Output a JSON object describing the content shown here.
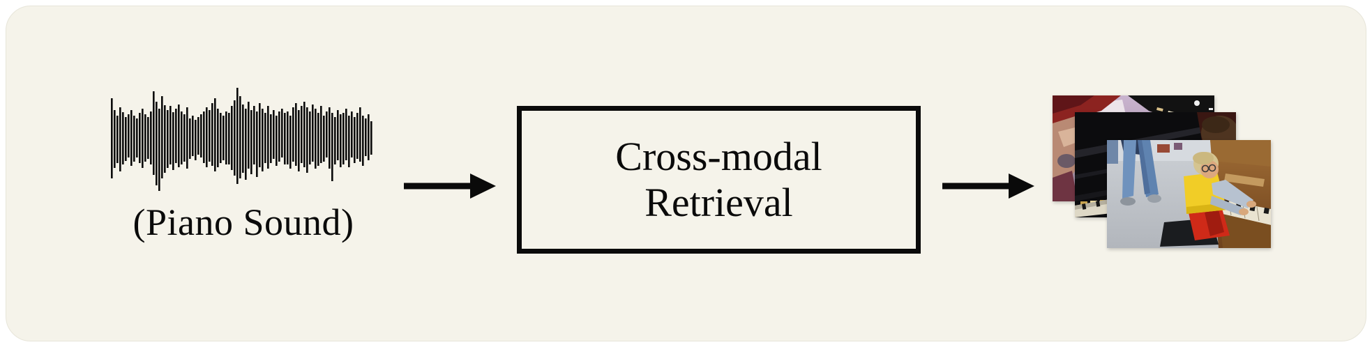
{
  "colors": {
    "page_bg": "#ffffff",
    "panel_bg": "#f5f3ea",
    "ink": "#0a0a0a"
  },
  "diagram": {
    "input_caption": "(Piano Sound)",
    "process_box_lines": [
      "Cross-modal",
      "Retrieval"
    ],
    "input_icon": "audio-waveform",
    "arrow_icon": "arrow-right",
    "output_icon": "photo-stack"
  },
  "waveform": {
    "color": "#0a0a0a",
    "up": [
      55,
      38,
      30,
      42,
      35,
      28,
      32,
      38,
      30,
      26,
      34,
      40,
      32,
      28,
      36,
      65,
      50,
      40,
      58,
      45,
      38,
      44,
      35,
      40,
      46,
      36,
      32,
      42,
      26,
      30,
      24,
      28,
      32,
      36,
      42,
      38,
      48,
      55,
      40,
      34,
      30,
      36,
      34,
      44,
      52,
      70,
      58,
      46,
      40,
      50,
      38,
      44,
      36,
      48,
      40,
      34,
      44,
      32,
      38,
      30,
      36,
      40,
      34,
      36,
      30,
      42,
      48,
      38,
      44,
      50,
      42,
      36,
      46,
      40,
      34,
      44,
      30,
      36,
      42,
      34,
      28,
      38,
      32,
      34,
      40,
      30,
      36,
      28,
      34,
      42,
      30,
      26,
      32,
      22
    ],
    "down": [
      60,
      45,
      38,
      50,
      40,
      35,
      30,
      42,
      36,
      30,
      38,
      45,
      36,
      32,
      40,
      55,
      70,
      78,
      60,
      52,
      45,
      40,
      48,
      38,
      44,
      40,
      36,
      46,
      32,
      28,
      34,
      26,
      30,
      38,
      44,
      36,
      42,
      50,
      44,
      38,
      34,
      40,
      40,
      48,
      56,
      68,
      60,
      52,
      62,
      46,
      54,
      40,
      58,
      44,
      50,
      38,
      46,
      38,
      32,
      42,
      36,
      30,
      40,
      40,
      46,
      36,
      42,
      50,
      38,
      44,
      52,
      40,
      36,
      46,
      42,
      38,
      36,
      30,
      46,
      64,
      40,
      34,
      44,
      40,
      34,
      44,
      30,
      38,
      32,
      36,
      42,
      28,
      34,
      26
    ]
  },
  "photos": [
    {
      "name": "retrieved-photo-back",
      "depicts": "top view of piano keyboard with red piano body and player's arm"
    },
    {
      "name": "retrieved-photo-middle",
      "depicts": "glossy black piano with boy's head at top right and keys at bottom left"
    },
    {
      "name": "retrieved-photo-front",
      "depicts": "boy in yellow shirt and red pants playing a wooden upright piano on a street"
    }
  ]
}
